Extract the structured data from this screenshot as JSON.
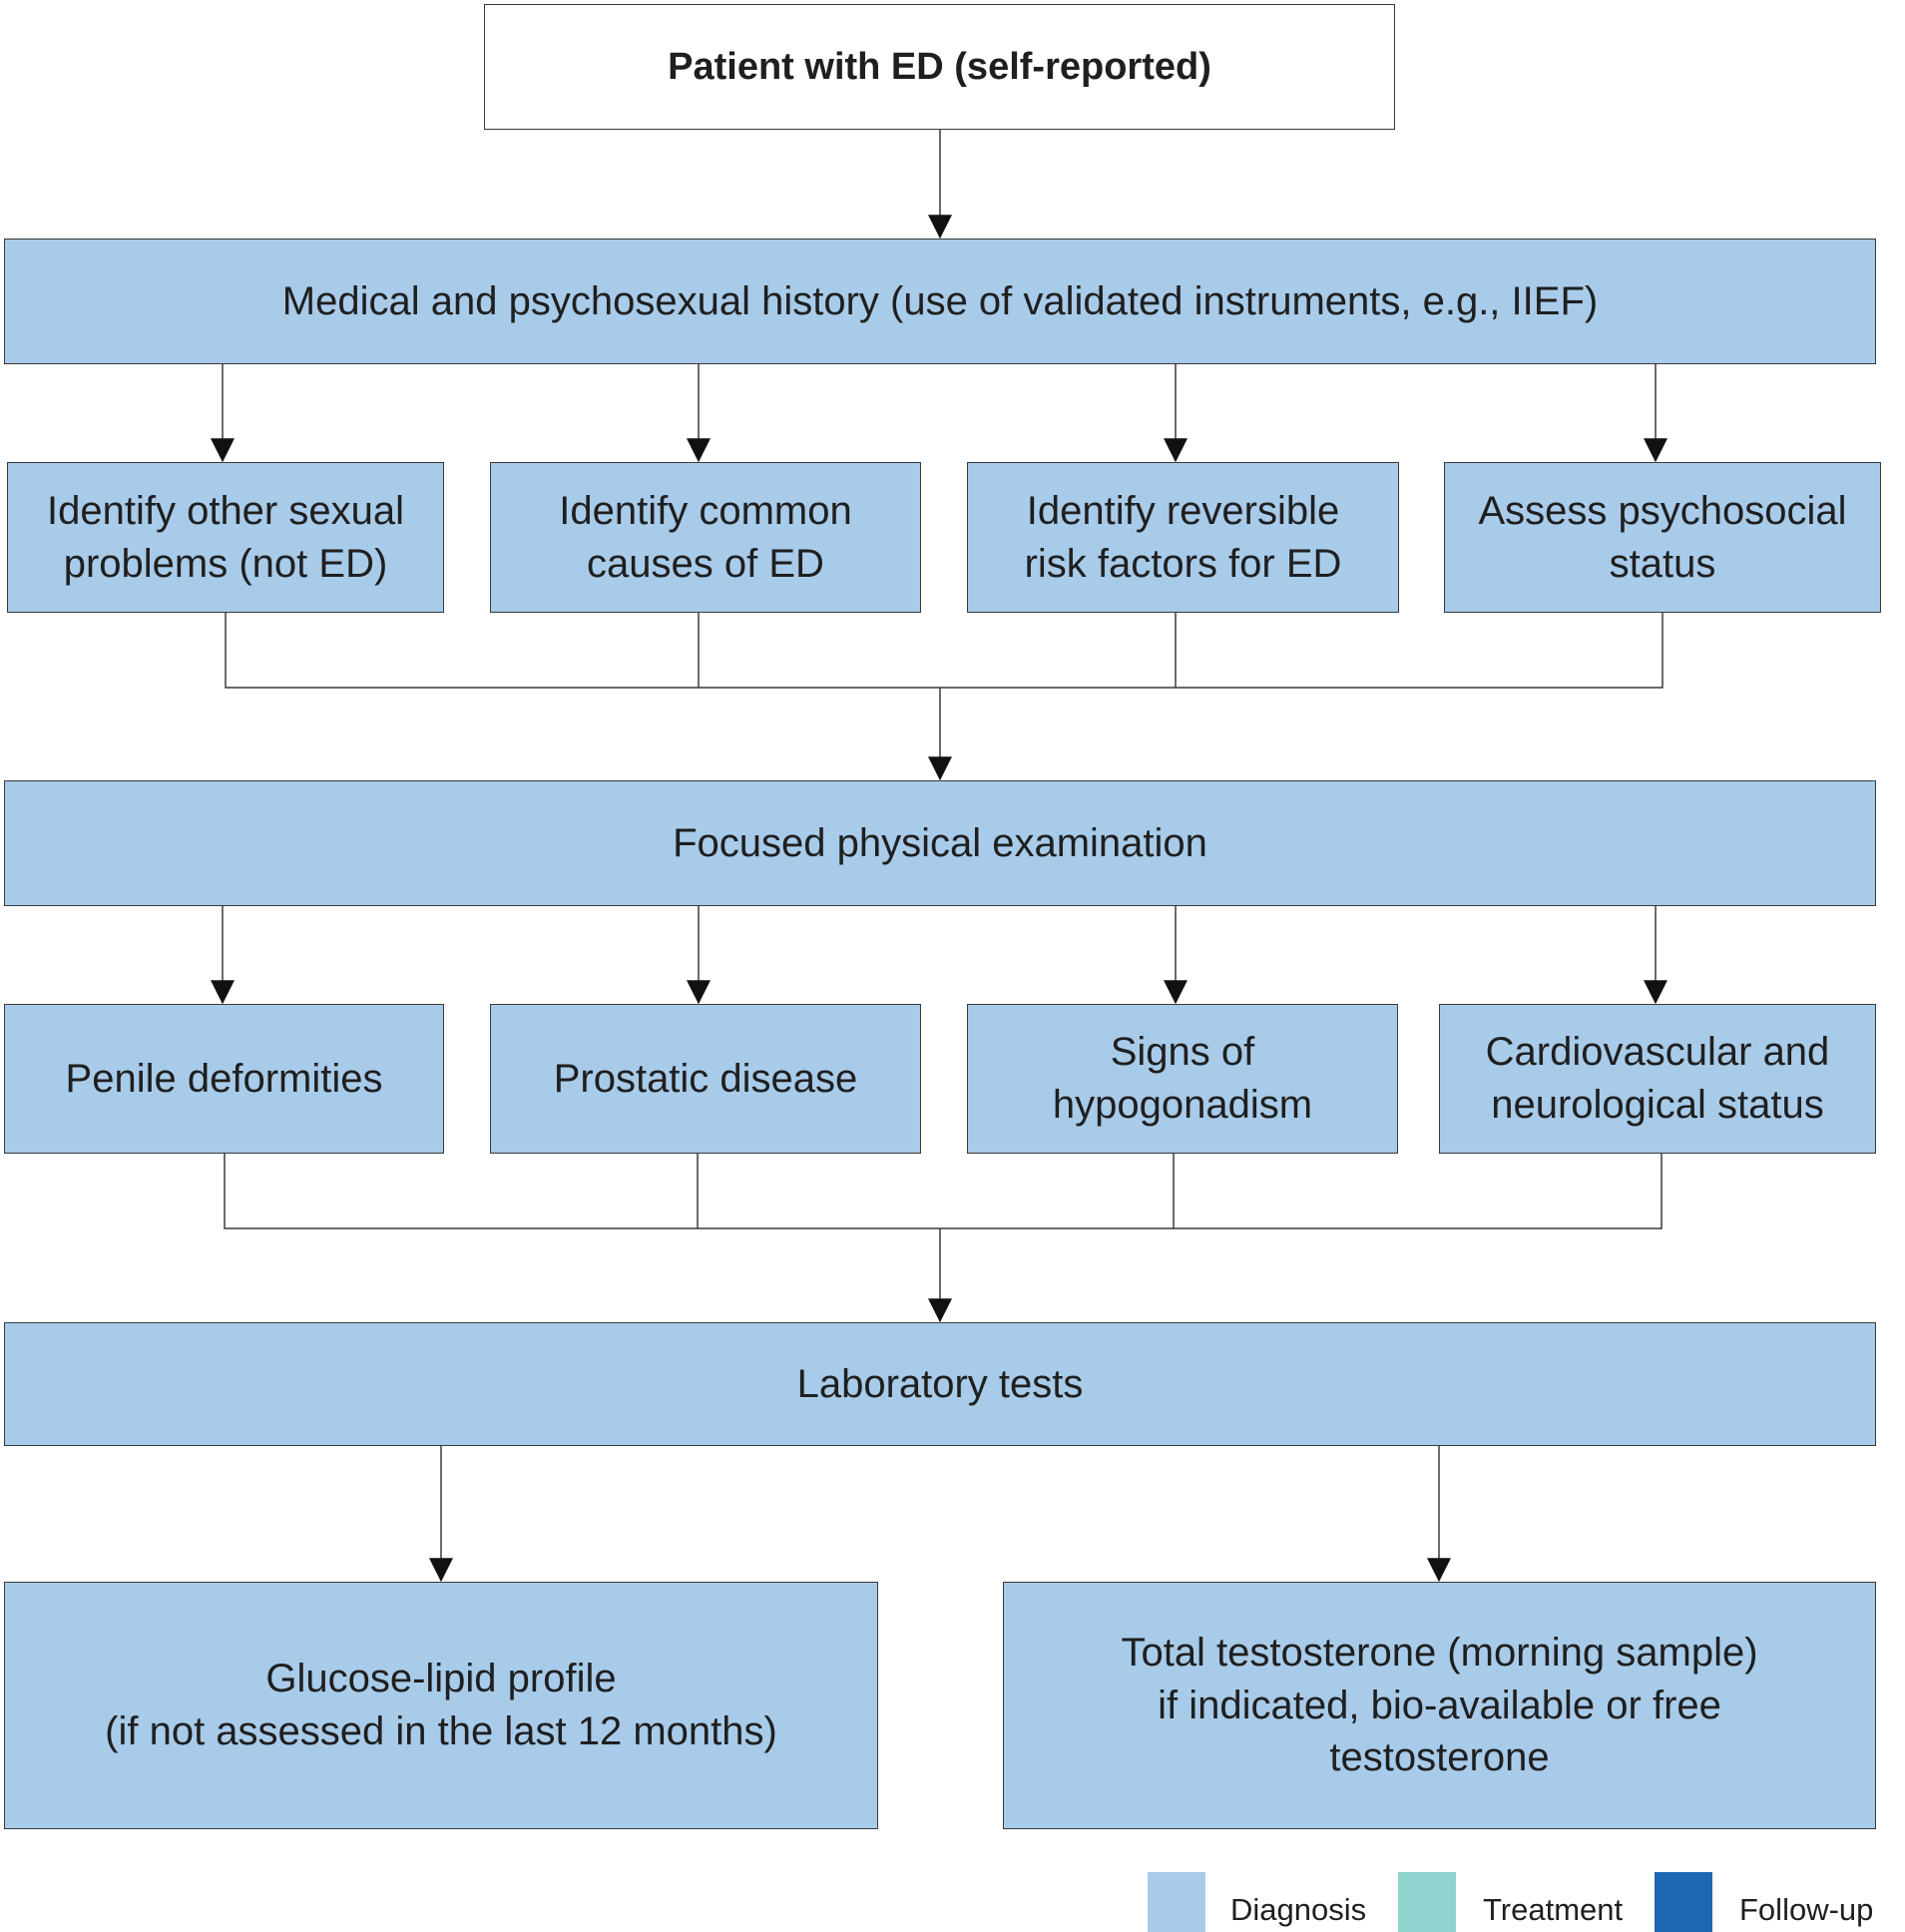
{
  "flowchart": {
    "start": "Patient with ED (self-reported)",
    "history": "Medical and psychosexual history (use of validated instruments, e.g., IIEF)",
    "history_steps": [
      "Identify other sexual\nproblems (not ED)",
      "Identify common\ncauses of ED",
      "Identify reversible\nrisk factors for ED",
      "Assess psychosocial\nstatus"
    ],
    "exam": "Focused physical examination",
    "exam_steps": [
      "Penile deformities",
      "Prostatic disease",
      "Signs of\nhypogonadism",
      "Cardiovascular and\nneurological status"
    ],
    "labs": "Laboratory tests",
    "lab_steps": [
      "Glucose-lipid profile\n(if not assessed in the last 12 months)",
      "Total testosterone (morning sample)\nif indicated, bio-available or free\ntestosterone"
    ]
  },
  "legend": [
    {
      "label": "Diagnosis",
      "color": "#a8cbe9"
    },
    {
      "label": "Treatment",
      "color": "#8fd3ce"
    },
    {
      "label": "Follow-up",
      "color": "#1f66b0"
    }
  ]
}
